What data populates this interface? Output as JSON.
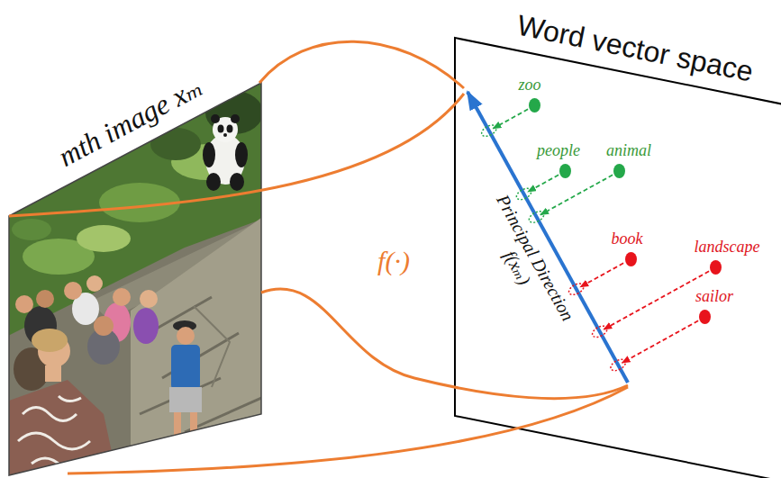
{
  "diagram": {
    "nodes": [
      {
        "text": [
          "mth image xₘ"
        ]
      },
      {
        "text": [
          "Word vector space"
        ]
      },
      {
        "text": [
          "zoo"
        ],
        "in": 1
      },
      {
        "text": [
          "people"
        ],
        "in": 1
      },
      {
        "text": [
          "animal"
        ],
        "in": 1
      },
      {
        "text": [
          "book"
        ],
        "in": 1
      },
      {
        "text": [
          "landscape"
        ],
        "in": 1
      },
      {
        "text": [
          "sailor"
        ],
        "in": 1
      }
    ],
    "labels": [
      "Principal Direction f(xₘ)",
      "f(·)"
    ]
  }
}
